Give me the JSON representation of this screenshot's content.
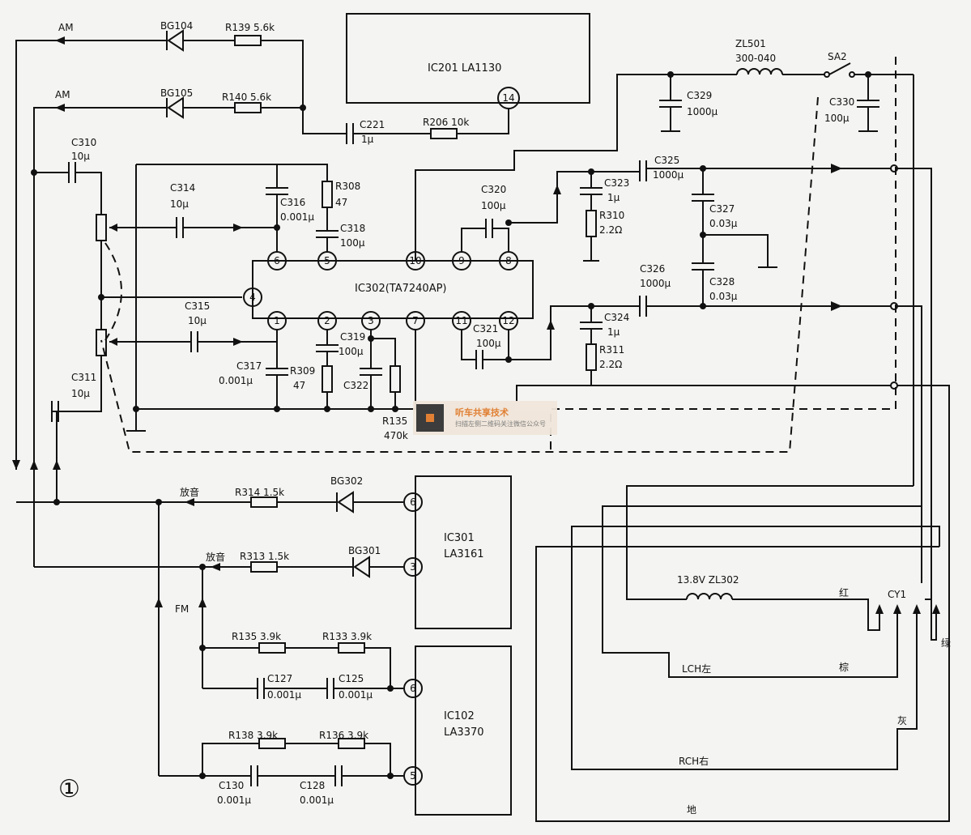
{
  "ics": {
    "ic201": "IC201 LA1130",
    "ic302": "IC302(TA7240AP)",
    "ic301_a": "IC301",
    "ic301_b": "LA3161",
    "ic102_a": "IC102",
    "ic102_b": "LA3370"
  },
  "labels": {
    "am1": "AM",
    "am2": "AM",
    "bg104": "BG104",
    "bg105": "BG105",
    "r139": "R139 5.6k",
    "r140": "R140 5.6k",
    "c221": "C221",
    "c221_v": "1µ",
    "r206": "R206 10k",
    "zl501": "ZL501",
    "zl501_v": "300-040",
    "sa2": "SA2",
    "c329": "C329",
    "c329_v": "1000µ",
    "c330": "C330",
    "c330_v": "100µ",
    "c310": "C310",
    "c310_v": "10µ",
    "c314": "C314",
    "c314_v": "10µ",
    "c316": "C316",
    "c316_v": "0.001µ",
    "r308": "R308",
    "r308_v": "47",
    "c318": "C318",
    "c318_v": "100µ",
    "c320": "C320",
    "c320_v": "100µ",
    "c323": "C323",
    "c323_v": "1µ",
    "c325": "C325",
    "c325_v": "1000µ",
    "r310": "R310",
    "r310_v": "2.2Ω",
    "c327": "C327",
    "c327_v": "0.03µ",
    "c326": "C326",
    "c326_v": "1000µ",
    "c328": "C328",
    "c328_v": "0.03µ",
    "c315": "C315",
    "c315_v": "10µ",
    "c317": "C317",
    "c317_v": "0.001µ",
    "r309": "R309",
    "r309_v": "47",
    "c319": "C319",
    "c319_v": "100µ",
    "c322": "C322",
    "c321": "C321",
    "c321_v": "100µ",
    "c324": "C324",
    "c324_v": "1µ",
    "r311": "R311",
    "r311_v": "2.2Ω",
    "c311": "C311",
    "c311_v": "10µ",
    "r135a": "R135",
    "r135a_v": "470k",
    "fangyin1": "放音",
    "fangyin2": "放音",
    "r314": "R314 1.5k",
    "r313": "R313 1.5k",
    "bg302": "BG302",
    "bg301": "BG301",
    "fm": "FM",
    "r135b": "R135 3.9k",
    "r133": "R133 3.9k",
    "c127": "C127",
    "c127_v": "0.001µ",
    "c125": "C125",
    "c125_v": "0.001µ",
    "r138": "R138 3.9k",
    "r136": "R136 3.9k",
    "c130": "C130",
    "c130_v": "0.001µ",
    "c128": "C128",
    "c128_v": "0.001µ",
    "zl302": "13.8V ZL302",
    "red": "红",
    "cy1": "CY1",
    "green": "绿",
    "lch": "LCH左",
    "brown": "棕",
    "gray": "灰",
    "rch": "RCH右",
    "ground": "地",
    "fig": "①"
  },
  "pins": {
    "ic201_14": "14",
    "p6": "6",
    "p5": "5",
    "p10": "10",
    "p9": "9",
    "p8": "8",
    "p4": "4",
    "p1": "1",
    "p2": "2",
    "p3": "3",
    "p7": "7",
    "p11": "11",
    "p12": "12",
    "ic301_6": "6",
    "ic301_3": "3",
    "ic102_6": "6",
    "ic102_5": "5"
  },
  "watermark": {
    "title": "听车共享技术",
    "sub": "扫描左侧二维码关注微信公众号"
  }
}
